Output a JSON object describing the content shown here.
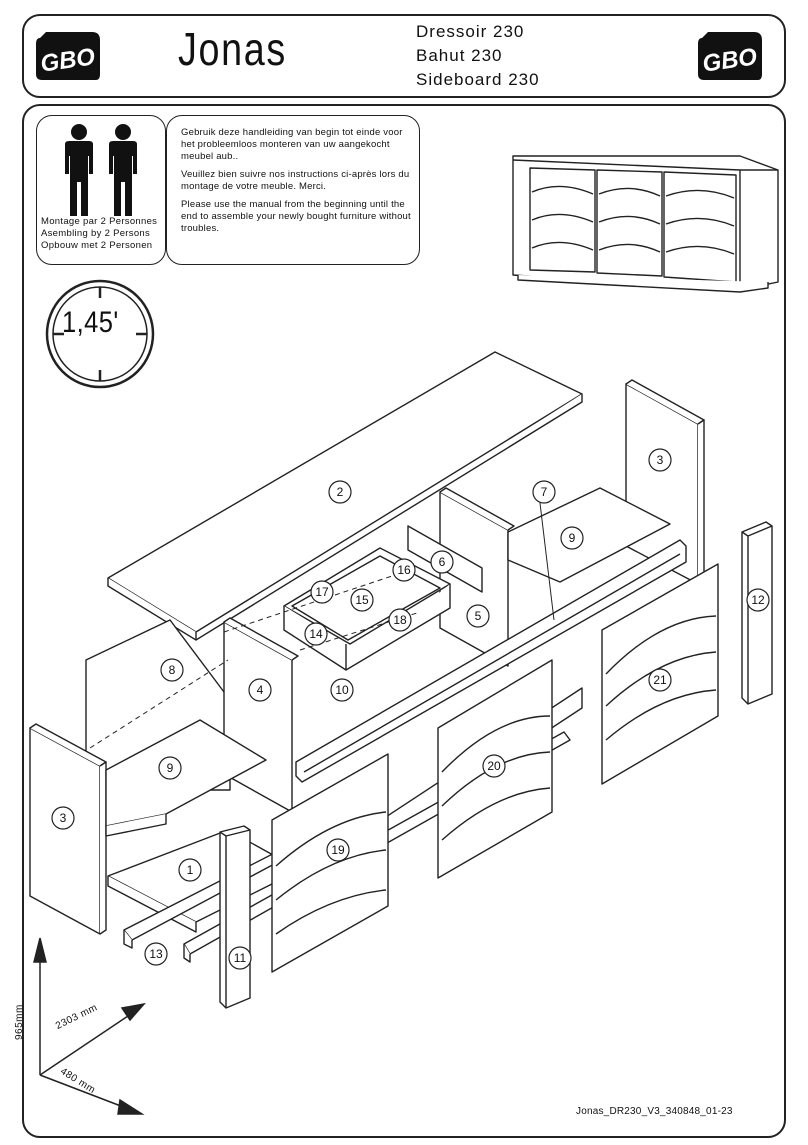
{
  "header": {
    "brand_logo": "GBO",
    "product_name": "Jonas",
    "product_types": [
      "Dressoir 230",
      "Bahut 230",
      "Sideboard 230"
    ]
  },
  "assembly_info": {
    "persons_icon": "two-persons-icon",
    "persons_caption": [
      "Montage par 2 Personnes",
      "Asembling by 2 Persons",
      "Opbouw met  2 Personen"
    ],
    "instructions": [
      "Gebruik deze handleiding van begin tot einde voor het probleemloos monteren van uw aangekocht meubel aub..",
      "Veuillez bien suivre nos instructions ci-après lors du montage de votre meuble. Merci.",
      "Please use the manual from the beginning until the end to assemble your newly bought furniture without troubles."
    ],
    "assembly_time": "1,45'"
  },
  "dimensions": {
    "height": "965mm",
    "width": "2303 mm",
    "depth": "480 mm"
  },
  "part_labels": [
    "1",
    "2",
    "3",
    "3",
    "4",
    "5",
    "6",
    "7",
    "8",
    "9",
    "9",
    "10",
    "11",
    "12",
    "13",
    "14",
    "15",
    "16",
    "17",
    "18",
    "19",
    "20",
    "21"
  ],
  "footer": {
    "document_code": "Jonas_DR230_V3_340848_01-23"
  },
  "colors": {
    "line": "#222222",
    "background": "#ffffff"
  }
}
